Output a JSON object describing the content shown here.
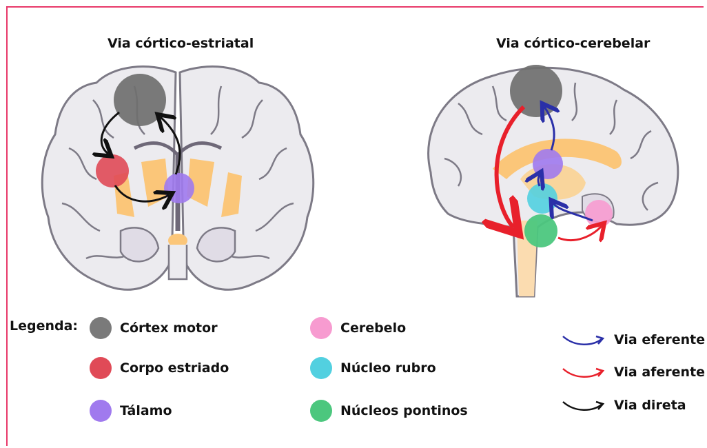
{
  "panels": {
    "left_title": "Via córtico-estriatal",
    "right_title": "Via córtico-cerebelar"
  },
  "legend": {
    "title": "Legenda:",
    "structures": [
      {
        "label": "Córtex motor",
        "color": "#7a7a7a"
      },
      {
        "label": "Corpo estriado",
        "color": "#e04a57"
      },
      {
        "label": "Tálamo",
        "color": "#a07aee"
      },
      {
        "label": "Cerebelo",
        "color": "#f79bd0"
      },
      {
        "label": "Núcleo rubro",
        "color": "#52d0e0"
      },
      {
        "label": "Núcleos pontinos",
        "color": "#4cc77e"
      }
    ],
    "pathways": [
      {
        "label": "Via eferente",
        "color": "#2a2fa8"
      },
      {
        "label": "Via aferente",
        "color": "#e8202b"
      },
      {
        "label": "Via direta",
        "color": "#111111"
      }
    ]
  },
  "colors": {
    "frame": "#e8396a",
    "brain_fill": "#ecebef",
    "brain_stroke": "#7d7a86",
    "deep_nuclei": "#fbc679"
  }
}
